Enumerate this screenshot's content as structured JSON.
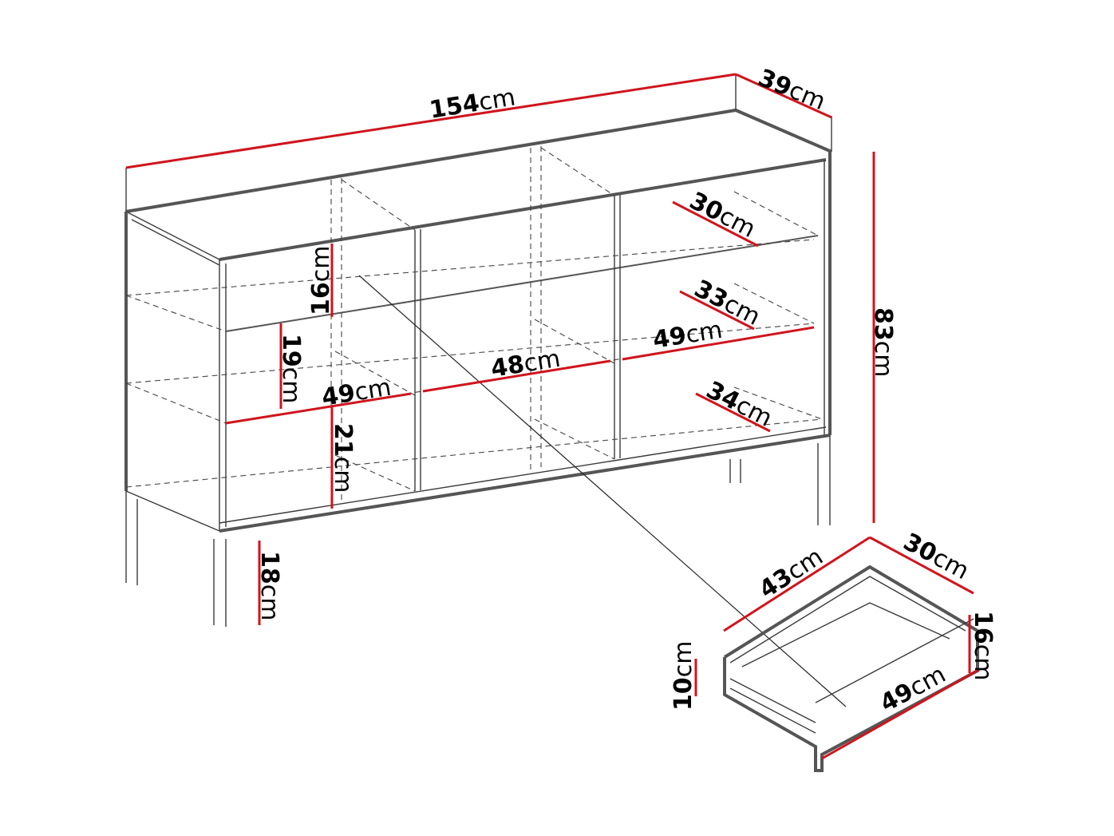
{
  "diagram": {
    "title": "Sideboard dimension drawing",
    "accent_color": "#d0141c",
    "line_color": "#3a3a3a",
    "unit": "cm",
    "overall": {
      "width": {
        "value": "154",
        "unit": "cm"
      },
      "depth": {
        "value": "39",
        "unit": "cm"
      },
      "height": {
        "value": "83",
        "unit": "cm"
      },
      "leg_height": {
        "value": "18",
        "unit": "cm"
      }
    },
    "interior": {
      "drawer_front_height": {
        "value": "16",
        "unit": "cm"
      },
      "left_upper_compartment_height": {
        "value": "19",
        "unit": "cm"
      },
      "left_lower_compartment_height": {
        "value": "21",
        "unit": "cm"
      },
      "left_section_width": {
        "value": "49",
        "unit": "cm"
      },
      "middle_section_width": {
        "value": "48",
        "unit": "cm"
      },
      "right_section_width": {
        "value": "49",
        "unit": "cm"
      },
      "right_top_shelf_depth": {
        "value": "30",
        "unit": "cm"
      },
      "right_middle_shelf_depth": {
        "value": "33",
        "unit": "cm"
      },
      "right_bottom_shelf_depth": {
        "value": "34",
        "unit": "cm"
      }
    },
    "drawer_detail": {
      "inner_length": {
        "value": "43",
        "unit": "cm"
      },
      "inner_depth": {
        "value": "30",
        "unit": "cm"
      },
      "front_height": {
        "value": "16",
        "unit": "cm"
      },
      "side_height": {
        "value": "10",
        "unit": "cm"
      },
      "front_width": {
        "value": "49",
        "unit": "cm"
      }
    }
  }
}
